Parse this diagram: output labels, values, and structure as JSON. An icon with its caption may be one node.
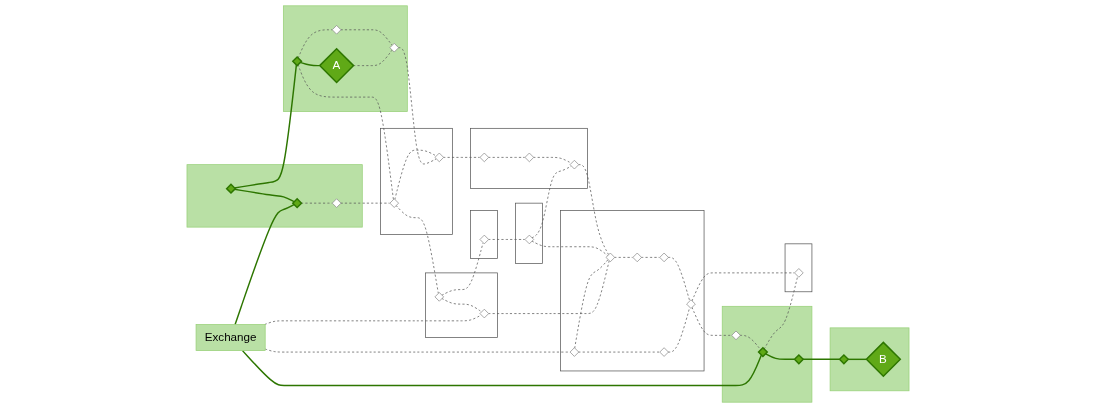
{
  "diagram": {
    "nodes": [
      {
        "text": [
          "Exchange"
        ]
      },
      {
        "text": [],
        "shape": "box"
      },
      {
        "text": [],
        "shape": "diamond",
        "in": 1
      },
      {
        "text": [],
        "shape": "diamond",
        "in": 1
      },
      {
        "text": [],
        "shape": "diamond",
        "in": 1
      },
      {
        "text": [],
        "shape": "box"
      },
      {
        "text": [],
        "shape": "diamond",
        "in": 5
      },
      {
        "text": [],
        "shape": "diamond",
        "in": 5
      },
      {
        "text": [],
        "shape": "box"
      },
      {
        "text": [],
        "shape": "diamond",
        "in": 8
      },
      {
        "text": [],
        "shape": "diamond",
        "in": 8
      },
      {
        "text": [],
        "shape": "diamond",
        "in": 8
      },
      {
        "text": [],
        "shape": "diamond",
        "in": 8
      },
      {
        "text": [],
        "shape": "diamond",
        "in": 8
      },
      {
        "text": [],
        "shape": "diamond",
        "in": 8
      },
      {
        "text": [],
        "shape": "box"
      },
      {
        "text": [],
        "shape": "diamond",
        "in": 15
      },
      {
        "text": [],
        "shape": "diamond",
        "in": 15
      },
      {
        "text": [],
        "shape": "diamond",
        "in": 15
      },
      {
        "text": [],
        "shape": "box"
      },
      {
        "text": [],
        "shape": "diamond",
        "in": 19
      },
      {
        "text": [
          "A"
        ],
        "in": 19
      },
      {
        "text": [],
        "shape": "diamond",
        "in": 19
      },
      {
        "text": [],
        "shape": "diamond",
        "in": 19
      },
      {
        "text": [],
        "shape": "box"
      },
      {
        "text": [],
        "shape": "diamond",
        "in": 24
      },
      {
        "text": [],
        "shape": "diamond",
        "in": 24
      },
      {
        "text": [],
        "shape": "box"
      },
      {
        "text": [],
        "shape": "diamond",
        "in": 27
      },
      {
        "text": [],
        "shape": "box"
      },
      {
        "text": [],
        "shape": "diamond",
        "in": 29
      },
      {
        "text": [],
        "shape": "box"
      },
      {
        "text": [],
        "shape": "diamond",
        "in": 31
      },
      {
        "text": [],
        "shape": "box"
      },
      {
        "text": [],
        "shape": "diamond",
        "in": 33
      },
      {
        "text": [
          "B"
        ],
        "in": 33
      },
      {
        "text": [],
        "shape": "box"
      },
      {
        "text": [],
        "shape": "diamond",
        "in": 36
      },
      {
        "text": [],
        "shape": "diamond",
        "in": 36
      },
      {
        "text": [],
        "shape": "diamond",
        "in": 36
      }
    ],
    "edges": [
      {
        "from": 0,
        "to": 3,
        "arrow": "none",
        "color": "#2d7600"
      },
      {
        "from": 0,
        "to": 17,
        "arrow": "none",
        "color": "#2d7600"
      },
      {
        "from": 0,
        "to": 7,
        "arrow": "none",
        "style": "dashed"
      },
      {
        "from": 0,
        "to": 9,
        "arrow": "none",
        "style": "dashed"
      },
      {
        "from": 2,
        "to": 3,
        "arrow": "none",
        "color": "#2d7600"
      },
      {
        "from": 3,
        "to": 4,
        "arrow": "none",
        "style": "dashed"
      },
      {
        "from": 2,
        "to": 20,
        "arrow": "none",
        "color": "#2d7600"
      },
      {
        "from": 4,
        "to": 25,
        "arrow": "none",
        "style": "dashed"
      },
      {
        "from": 6,
        "to": 7,
        "arrow": "none",
        "style": "dashed"
      },
      {
        "from": 6,
        "to": 28,
        "arrow": "none",
        "style": "dashed"
      },
      {
        "from": 7,
        "to": 11,
        "arrow": "none",
        "style": "dashed"
      },
      {
        "from": 9,
        "to": 10,
        "arrow": "none",
        "style": "dashed"
      },
      {
        "from": 9,
        "to": 11,
        "arrow": "none",
        "style": "dashed"
      },
      {
        "from": 10,
        "to": 12,
        "arrow": "none",
        "style": "dashed"
      },
      {
        "from": 11,
        "to": 13,
        "arrow": "none",
        "style": "dashed"
      },
      {
        "from": 13,
        "to": 14,
        "arrow": "none",
        "style": "dashed"
      },
      {
        "from": 14,
        "to": 12,
        "arrow": "none",
        "style": "dashed"
      },
      {
        "from": 12,
        "to": 16,
        "arrow": "none",
        "style": "dashed"
      },
      {
        "from": 12,
        "to": 32,
        "arrow": "none",
        "style": "dashed"
      },
      {
        "from": 16,
        "to": 17,
        "arrow": "none",
        "style": "dashed"
      },
      {
        "from": 17,
        "to": 18,
        "arrow": "none",
        "color": "#2d7600"
      },
      {
        "from": 17,
        "to": 32,
        "arrow": "none",
        "style": "dashed"
      },
      {
        "from": 18,
        "to": 34,
        "arrow": "none",
        "color": "#2d7600"
      },
      {
        "from": 20,
        "to": 21,
        "arrow": "none",
        "color": "#2d7600"
      },
      {
        "from": 20,
        "to": 22,
        "arrow": "none",
        "style": "dashed"
      },
      {
        "from": 20,
        "to": 25,
        "arrow": "none",
        "style": "dashed"
      },
      {
        "from": 21,
        "to": 23,
        "arrow": "none",
        "style": "dashed"
      },
      {
        "from": 22,
        "to": 23,
        "arrow": "none",
        "style": "dashed"
      },
      {
        "from": 23,
        "to": 26,
        "arrow": "none",
        "style": "dashed"
      },
      {
        "from": 25,
        "to": 26,
        "arrow": "none",
        "style": "dashed"
      },
      {
        "from": 25,
        "to": 6,
        "arrow": "none",
        "style": "dashed"
      },
      {
        "from": 28,
        "to": 30,
        "arrow": "none",
        "style": "dashed"
      },
      {
        "from": 30,
        "to": 11,
        "arrow": "none",
        "style": "dashed"
      },
      {
        "from": 30,
        "to": 39,
        "arrow": "none",
        "style": "dashed"
      },
      {
        "from": 26,
        "to": 37,
        "arrow": "none",
        "style": "dashed"
      },
      {
        "from": 37,
        "to": 38,
        "arrow": "none",
        "style": "dashed"
      },
      {
        "from": 38,
        "to": 39,
        "arrow": "none",
        "style": "dashed"
      },
      {
        "from": 39,
        "to": 11,
        "arrow": "none",
        "style": "dashed"
      },
      {
        "from": 34,
        "to": 35,
        "arrow": "none",
        "color": "#2d7600"
      }
    ]
  }
}
